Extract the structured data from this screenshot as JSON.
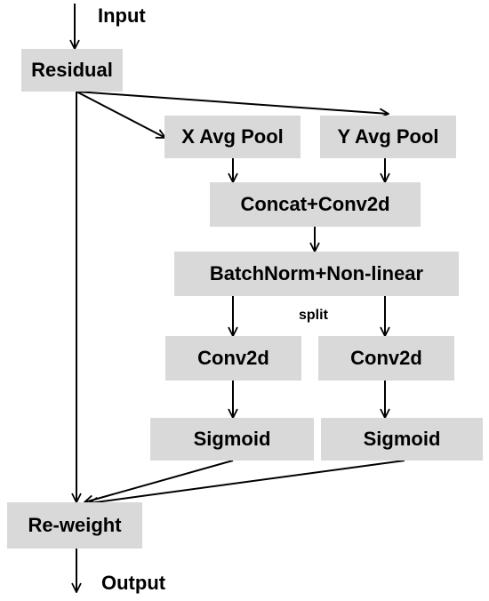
{
  "labels": {
    "input": "Input",
    "output": "Output",
    "split": "split"
  },
  "nodes": {
    "residual": "Residual",
    "x_avg_pool": "X Avg Pool",
    "y_avg_pool": "Y Avg Pool",
    "concat_conv2d": "Concat+Conv2d",
    "batchnorm_nonlinear": "BatchNorm+Non-linear",
    "conv2d_left": "Conv2d",
    "conv2d_right": "Conv2d",
    "sigmoid_left": "Sigmoid",
    "sigmoid_right": "Sigmoid",
    "reweight": "Re-weight"
  },
  "colors": {
    "box_fill": "#d9d9d9",
    "line": "#000000",
    "background": "#ffffff"
  }
}
